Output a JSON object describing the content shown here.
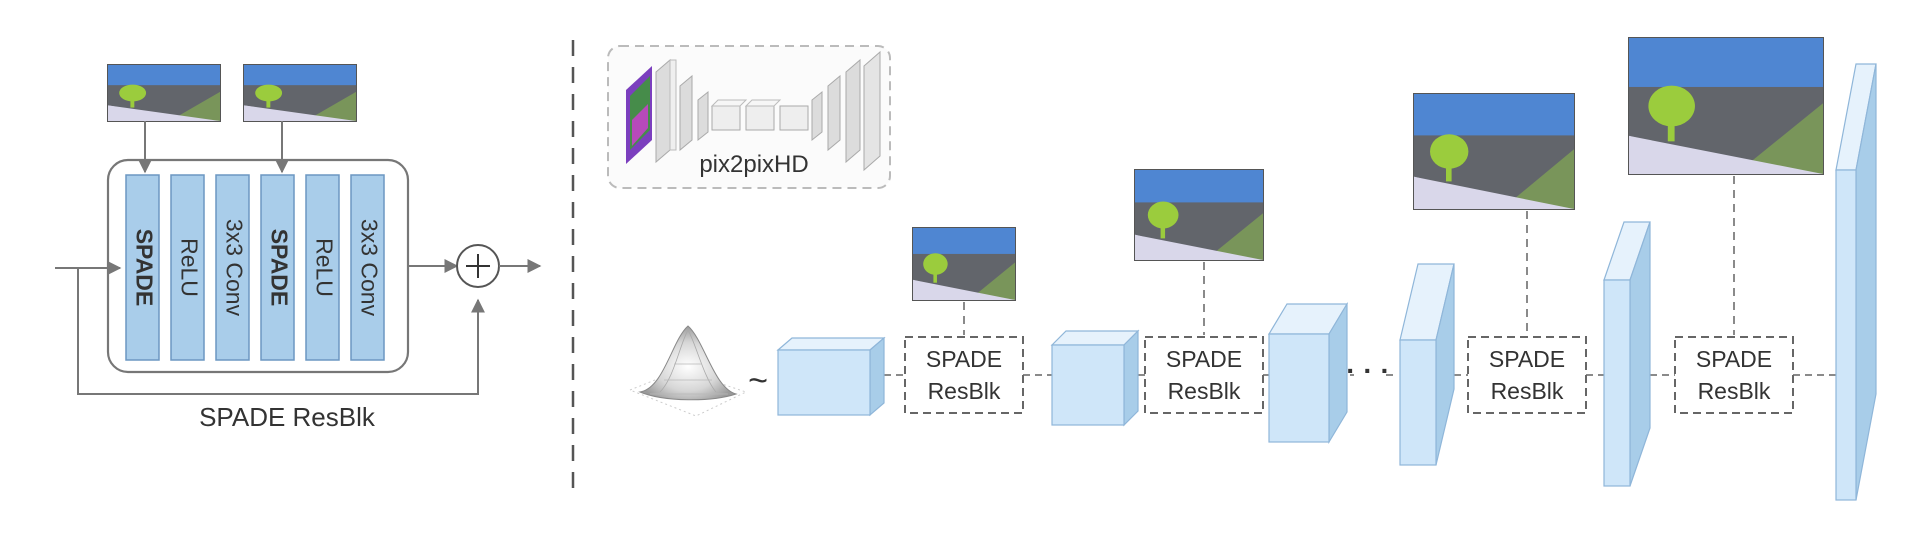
{
  "left_panel": {
    "title": "SPADE ResBlk",
    "layers": [
      {
        "label": "SPADE",
        "bold": true
      },
      {
        "label": "ReLU",
        "bold": false
      },
      {
        "label": "3x3 Conv",
        "bold": false
      },
      {
        "label": "SPADE",
        "bold": true
      },
      {
        "label": "ReLU",
        "bold": false
      },
      {
        "label": "3x3 Conv",
        "bold": false
      }
    ]
  },
  "right_panel": {
    "pix2pix_label": "pix2pixHD",
    "tilde": "~",
    "ellipsis": "· · ·",
    "blocks": [
      {
        "line1": "SPADE",
        "line2": "ResBlk"
      },
      {
        "line1": "SPADE",
        "line2": "ResBlk"
      },
      {
        "line1": "SPADE",
        "line2": "ResBlk"
      },
      {
        "line1": "SPADE",
        "line2": "ResBlk"
      }
    ]
  },
  "colors": {
    "layer_fill": "#a9cdea",
    "layer_stroke": "#6c97c2",
    "cube_front": "#cfe6f9",
    "cube_top": "#e6f2fc",
    "cube_side": "#a8cde9",
    "cube_stroke": "#8fb6d9",
    "sky": "#4f86d2",
    "ground": "#62656b",
    "grass": "#79955a",
    "road": "#d9d7ea",
    "tree": "#9bcc3d",
    "dash": "#8a8a8a"
  }
}
